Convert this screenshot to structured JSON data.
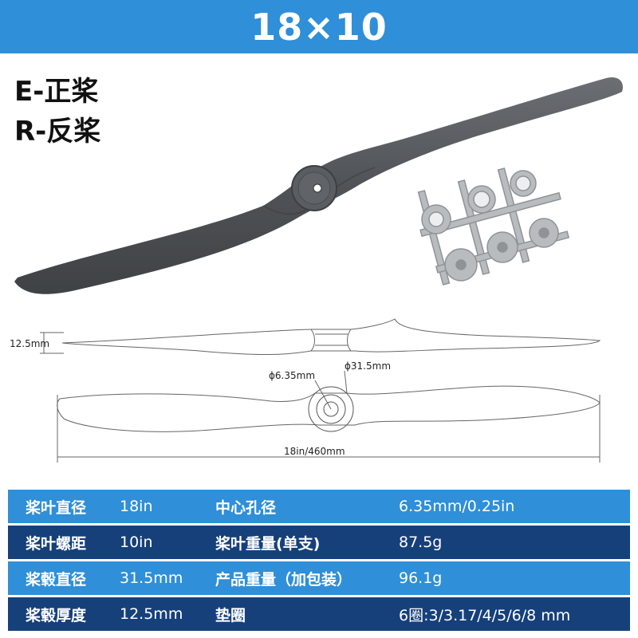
{
  "header": {
    "title": "18×10"
  },
  "rotation": {
    "forward": "E-正桨",
    "reverse": "R-反桨"
  },
  "dimensions": {
    "thickness": "12.5mm",
    "bore": "ϕ6.35mm",
    "hub": "ϕ31.5mm",
    "length": "18in/460mm"
  },
  "specs": [
    {
      "label1": "桨叶直径",
      "value1": "18in",
      "label2": "中心孔径",
      "value2": "6.35mm/0.25in",
      "style": "blue"
    },
    {
      "label1": "桨叶螺距",
      "value1": "10in",
      "label2": "桨叶重量(单支)",
      "value2": "87.5g",
      "style": "navy"
    },
    {
      "label1": "桨毂直径",
      "value1": "31.5mm",
      "label2": "产品重量（加包装）",
      "value2": "96.1g",
      "style": "blue"
    },
    {
      "label1": "桨毂厚度",
      "value1": "12.5mm",
      "label2": "垫圈",
      "value2": "6圈:3/3.17/4/5/6/8 mm",
      "style": "navy"
    }
  ],
  "colors": {
    "light_blue": "#2f8fd8",
    "navy": "#16407a",
    "propeller": "#55585c",
    "washer": "#b9bcbf"
  }
}
